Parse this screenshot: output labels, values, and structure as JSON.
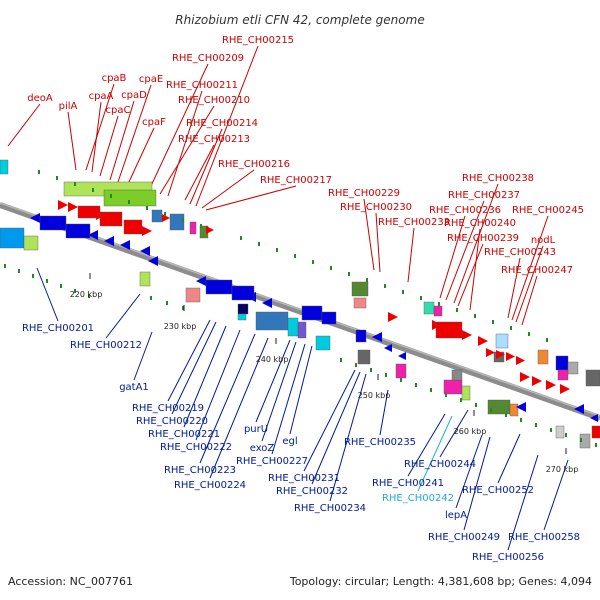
{
  "title": "Rhizobium etli CFN 42, complete genome",
  "footer": {
    "accession": "Accession: NC_007761",
    "summary": "Topology: circular; Length: 4,381,608 bp; Genes: 4,094"
  },
  "colors": {
    "red_label": "#cc0000",
    "blue_label": "#001a99",
    "cyan_label": "#22aadd",
    "backbone": "#8c8c8c"
  },
  "ticks": [
    "220 kbp",
    "230 kbp",
    "240 kbp",
    "250 kbp",
    "260 kbp",
    "270 kbp"
  ],
  "labels_top": [
    "deoA",
    "pilA",
    "cpaB",
    "cpaA",
    "cpaC",
    "cpaD",
    "cpaE",
    "cpaF",
    "RHE_CH00209",
    "RHE_CH00210",
    "RHE_CH00211",
    "RHE_CH00213",
    "RHE_CH00214",
    "RHE_CH00215",
    "RHE_CH00216",
    "RHE_CH00217",
    "RHE_CH00229",
    "RHE_CH00230",
    "RHE_CH00233",
    "RHE_CH00236",
    "RHE_CH00237",
    "RHE_CH00238",
    "RHE_CH00239",
    "RHE_CH00240",
    "RHE_CH00243",
    "RHE_CH00245",
    "nodL",
    "RHE_CH00247"
  ],
  "labels_bottom": [
    "RHE_CH00201",
    "RHE_CH00212",
    "gatA1",
    "RHE_CH00219",
    "RHE_CH00220",
    "RHE_CH00221",
    "RHE_CH00222",
    "RHE_CH00223",
    "RHE_CH00224",
    "purU",
    "exoZ",
    "RHE_CH00227",
    "egl",
    "RHE_CH00231",
    "RHE_CH00232",
    "RHE_CH00234",
    "RHE_CH00235",
    "RHE_CH00244",
    "RHE_CH00241",
    "RHE_CH00242",
    "RHE_CH00252",
    "lepA",
    "RHE_CH00249",
    "RHE_CH00258",
    "RHE_CH00256"
  ]
}
